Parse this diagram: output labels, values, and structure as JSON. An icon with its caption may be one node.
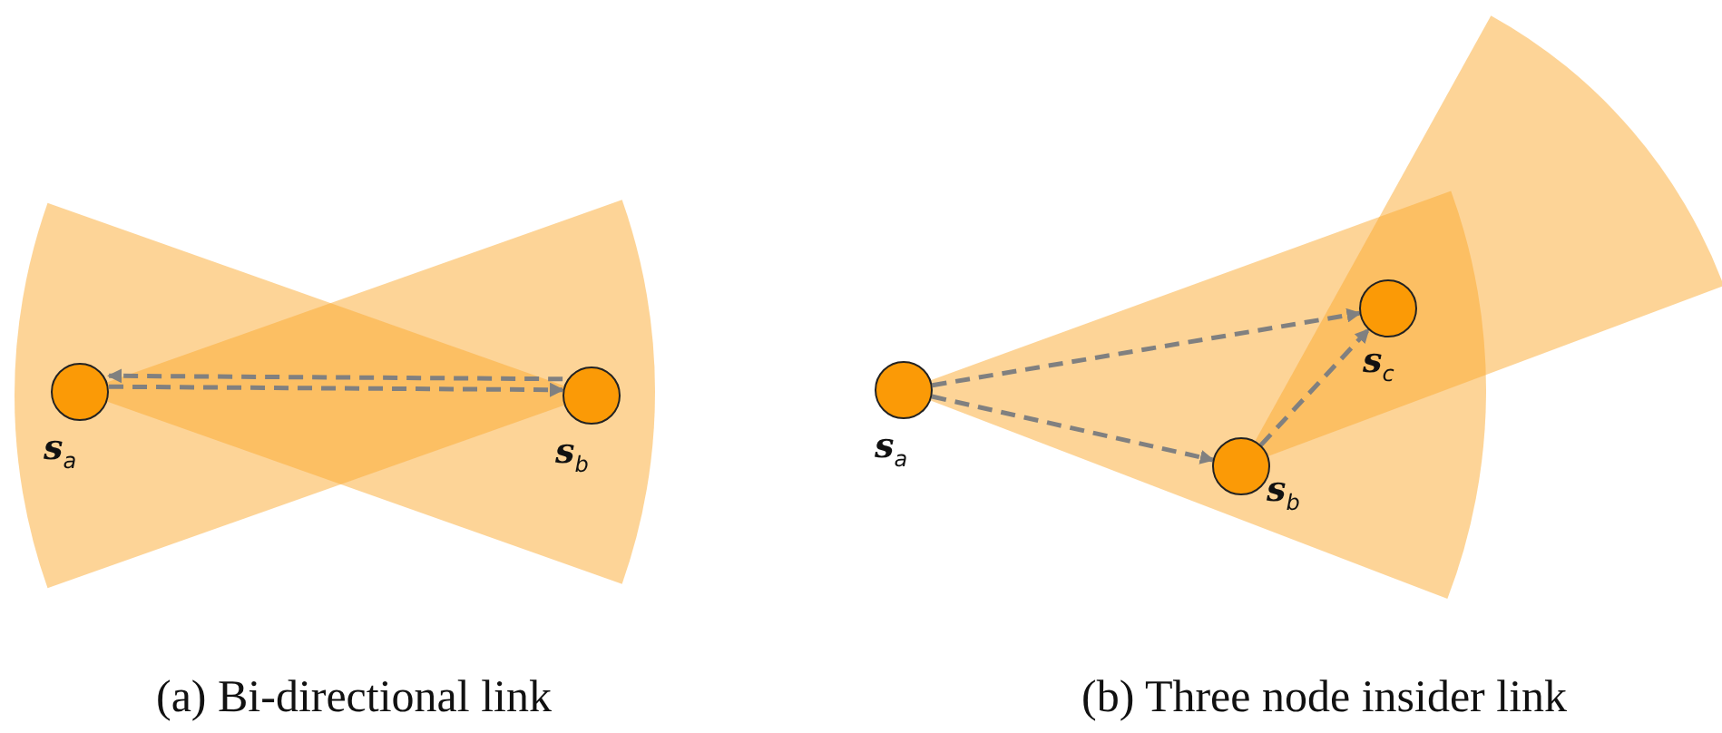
{
  "diagram": {
    "nodes": [
      {
        "text": [],
        "shape": "circle",
        "beside": [
          "s$_{a}$"
        ]
      },
      {
        "text": [],
        "shape": "circle",
        "beside": [
          "s$_{b}$"
        ]
      },
      {
        "text": [],
        "shape": "circle",
        "beside": [
          "s$_{a}$"
        ]
      },
      {
        "text": [],
        "shape": "circle",
        "beside": [
          "s$_{b}$"
        ]
      },
      {
        "text": [],
        "shape": "circle",
        "beside": [
          "s$_{c}$"
        ]
      }
    ],
    "edges": [
      {
        "from": 0,
        "to": 1,
        "arrow": "to",
        "style": "dashed"
      },
      {
        "from": 1,
        "to": 0,
        "arrow": "to",
        "style": "dashed"
      },
      {
        "from": 2,
        "to": 4,
        "arrow": "to",
        "style": "dashed"
      },
      {
        "from": 2,
        "to": 3,
        "arrow": "to",
        "style": "dashed"
      },
      {
        "from": 3,
        "to": 4,
        "arrow": "to",
        "style": "dashed"
      }
    ],
    "labels": [
      "(a) Bi-directional link",
      "(b) Three node insider link"
    ]
  }
}
